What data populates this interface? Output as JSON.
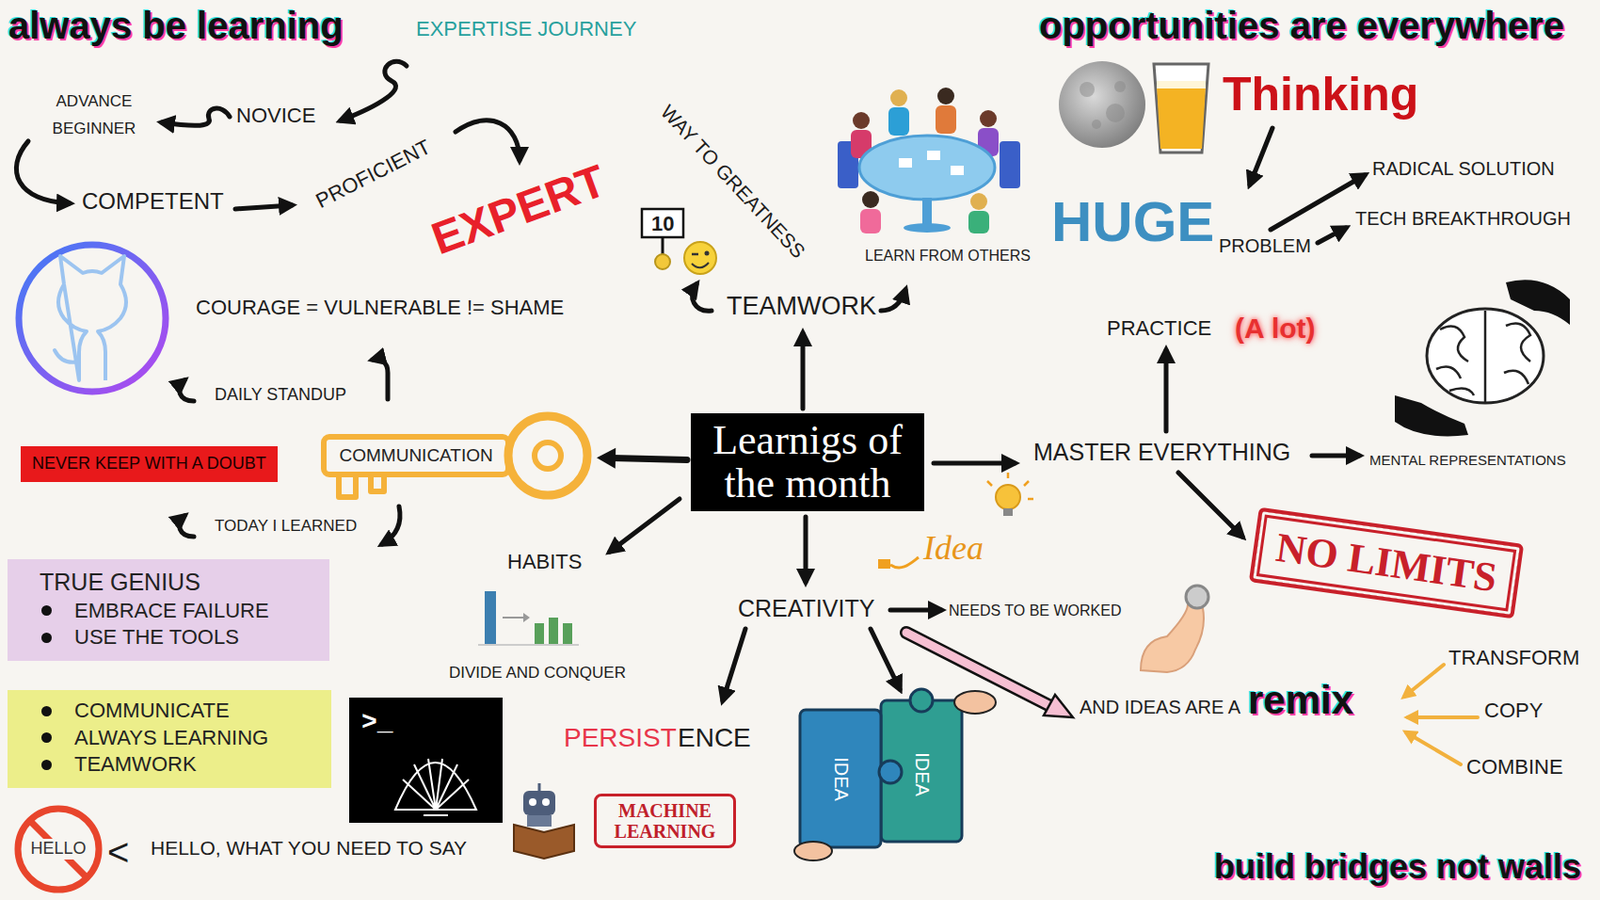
{
  "diagram": {
    "nodes": [
      {
        "text": [
          "NEVER KEEP WITH A DOUBT"
        ]
      },
      {
        "text": [
          "COMMUNICATION"
        ]
      },
      {
        "text": [
          "Learnigs of the month"
        ]
      },
      {
        "text": [
          "NO LIMITS"
        ]
      },
      {
        "text": [
          "TRUE GENIUS",
          "EMBRACE FAILURE",
          "USE THE TOOLS"
        ]
      },
      {
        "text": [
          "COMMUNICATE",
          "ALWAYS LEARNING",
          "TEAMWORK"
        ]
      },
      {
        "text": [
          "MACHINE LEARNING"
        ]
      },
      {
        "text": [
          "HELLO"
        ]
      }
    ],
    "edges": [
      {
        "from": 2,
        "to": 1,
        "arrow": "to"
      }
    ],
    "labels": [
      "always be learning",
      "EXPERTISE JOURNEY",
      "opportunities are everywhere",
      "Thinking",
      "NOVICE",
      "ADVANCE BEGINNER",
      "WAY TO GREATNESS",
      "RADICAL SOLUTION",
      "COMPETENT",
      "PROFICIENT",
      "EXPERT",
      "TECH BREAKTHROUGH",
      "10",
      "HUGE",
      "PROBLEM",
      "LEARN FROM OTHERS",
      "COURAGE = VULNERABLE != SHAME",
      "TEAMWORK",
      "PRACTICE",
      "(A lot)",
      "DAILY STANDUP",
      "MASTER EVERYTHING",
      "MENTAL REPRESENTATIONS",
      "TODAY I LEARNED",
      "Idea",
      "HABITS",
      "CREATIVITY",
      "NEEDS TO BE WORKED",
      "TRANSFORM",
      "DIVIDE AND CONQUER",
      "AND IDEAS ARE A",
      "remix",
      "COPY",
      ">_",
      "PERSIST",
      "ENCE",
      "IDEA",
      "IDEA",
      "COMBINE",
      "<",
      "HELLO, WHAT YOU NEED TO SAY",
      "build bridges not walls"
    ]
  }
}
